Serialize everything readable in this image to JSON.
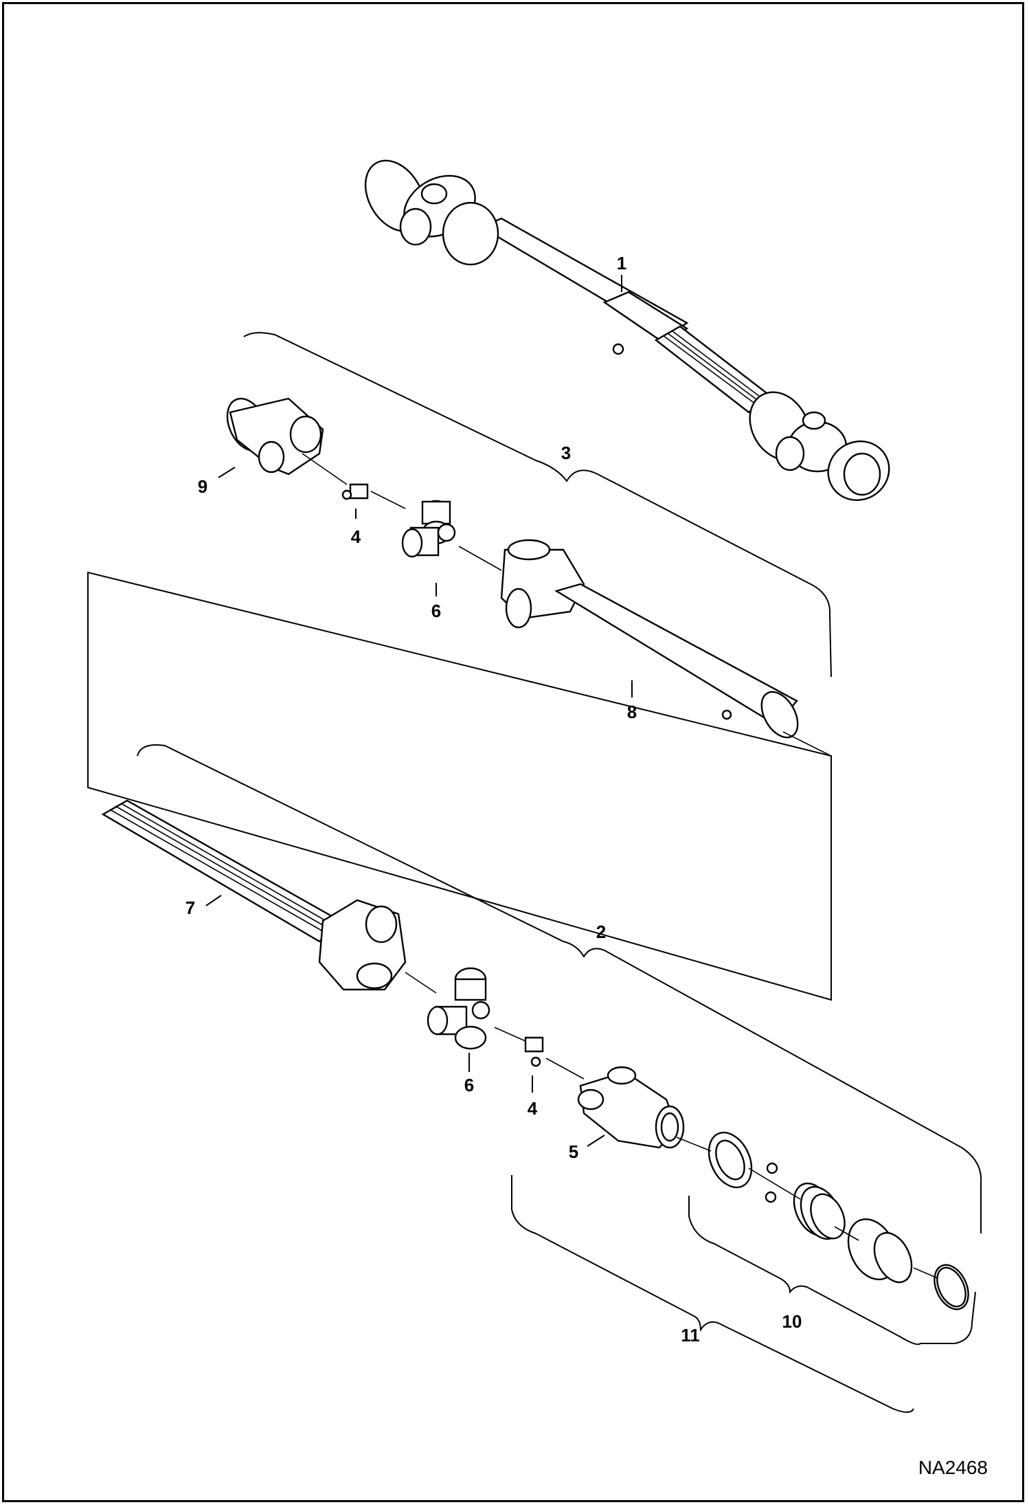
{
  "callouts": {
    "c1": "1",
    "c2": "2",
    "c3": "3",
    "c4a": "4",
    "c4b": "4",
    "c5": "5",
    "c6a": "6",
    "c6b": "6",
    "c7": "7",
    "c8": "8",
    "c9": "9",
    "c10": "10",
    "c11": "11"
  },
  "drawing_code": "NA2468"
}
